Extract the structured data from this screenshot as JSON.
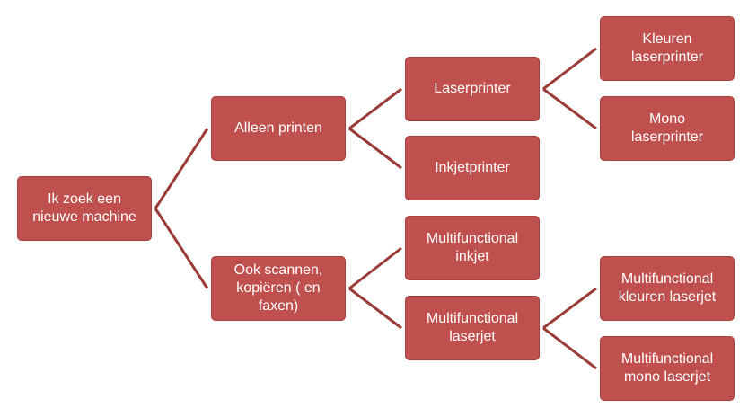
{
  "colors": {
    "node_fill": "#c0504d",
    "connector": "#9b3b38",
    "text": "#ffffff"
  },
  "nodes": {
    "root": "Ik zoek een\nnieuwe machine",
    "alleen_printen": "Alleen printen",
    "ook_scannen": "Ook scannen,\nkopiëren ( en\nfaxen)",
    "laserprinter": "Laserprinter",
    "inkjetprinter": "Inkjetprinter",
    "mf_inkjet": "Multifunctional\ninkjet",
    "mf_laserjet": "Multifunctional\nlaserjet",
    "kleuren_laserprinter": "Kleuren\nlaserprinter",
    "mono_laserprinter": "Mono\nlaserprinter",
    "mf_kleuren_laserjet": "Multifunctional\nkleuren laserjet",
    "mf_mono_laserjet": "Multifunctional\nmono laserjet"
  },
  "edges": [
    [
      "root",
      "alleen_printen"
    ],
    [
      "root",
      "ook_scannen"
    ],
    [
      "alleen_printen",
      "laserprinter"
    ],
    [
      "alleen_printen",
      "inkjetprinter"
    ],
    [
      "ook_scannen",
      "mf_inkjet"
    ],
    [
      "ook_scannen",
      "mf_laserjet"
    ],
    [
      "laserprinter",
      "kleuren_laserprinter"
    ],
    [
      "laserprinter",
      "mono_laserprinter"
    ],
    [
      "mf_laserjet",
      "mf_kleuren_laserjet"
    ],
    [
      "mf_laserjet",
      "mf_mono_laserjet"
    ]
  ]
}
